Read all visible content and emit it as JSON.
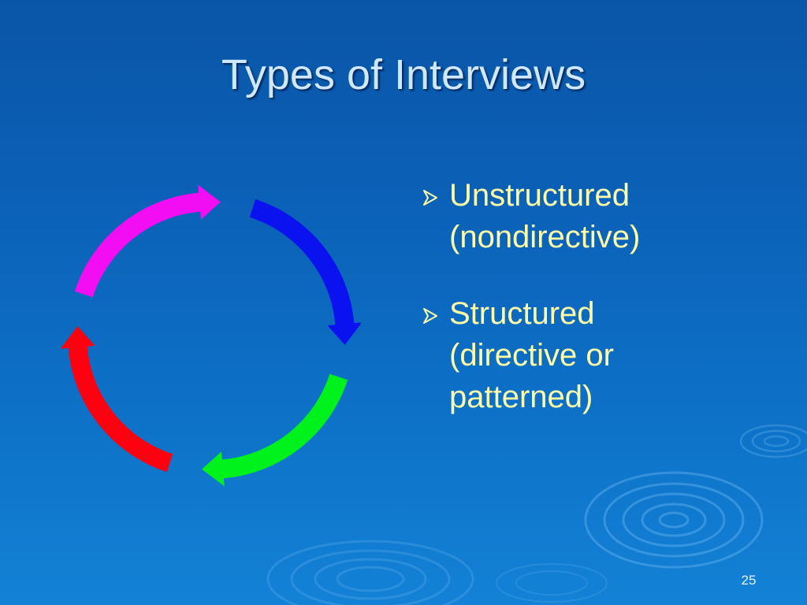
{
  "slide": {
    "title": "Types of Interviews",
    "bullets": [
      {
        "lines": [
          "Unstructured",
          "(nondirective)"
        ]
      },
      {
        "lines": [
          "Structured",
          "(directive or",
          "patterned)"
        ]
      }
    ],
    "page_number": "25"
  },
  "cycle_diagram": {
    "arrow_colors": [
      "#0a12f0",
      "#00f21d",
      "#ff0010",
      "#f20df2"
    ],
    "arrow_names": [
      "blue-arrow",
      "green-arrow",
      "red-arrow",
      "magenta-arrow"
    ]
  },
  "colors": {
    "background": "#0b62b8",
    "title_text": "#cfe8ff",
    "bullet_text": "#ffffa8",
    "bullet_marker": "#ffffa8"
  },
  "icons": {
    "bullet_marker": "arrow-head-bullet-icon"
  }
}
